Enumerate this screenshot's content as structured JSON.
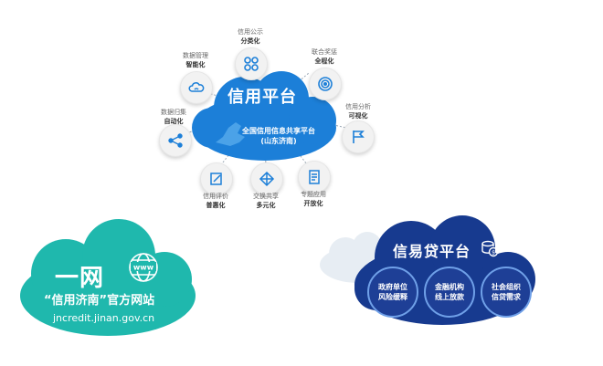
{
  "credit_platform": {
    "title": "信用平台",
    "subtitle_line1": "全国信用信息共享平台",
    "subtitle_line2": "(山东济南)",
    "nodes": [
      {
        "line1": "信用公示",
        "line2": "分类化",
        "icon": "grid-icon"
      },
      {
        "line1": "联合奖惩",
        "line2": "全程化",
        "icon": "target-icon"
      },
      {
        "line1": "数据管理",
        "line2": "智能化",
        "icon": "cloud-wifi-icon"
      },
      {
        "line1": "信用分析",
        "line2": "可视化",
        "icon": "flag-icon"
      },
      {
        "line1": "数据归集",
        "line2": "自动化",
        "icon": "share-icon"
      },
      {
        "line1": "信用评价",
        "line2": "普惠化",
        "icon": "edit-icon"
      },
      {
        "line1": "交换共享",
        "line2": "多元化",
        "icon": "network-icon"
      },
      {
        "line1": "专题应用",
        "line2": "开放化",
        "icon": "document-icon"
      }
    ]
  },
  "website": {
    "title": "一网",
    "subtitle": "“信用济南”官方网站",
    "url": "jncredit.jinan.gov.cn",
    "globe_text": "www"
  },
  "loan_platform": {
    "title": "信易贷平台",
    "bubbles": [
      {
        "line1": "政府单位",
        "line2": "风险缓释"
      },
      {
        "line1": "金融机构",
        "line2": "线上放款"
      },
      {
        "line1": "社会组织",
        "line2": "信贷需求"
      }
    ]
  },
  "colors": {
    "credit_cloud": "#1c7fd8",
    "website_cloud": "#1fb8ad",
    "loan_cloud": "#173a8f",
    "ghost_cloud": "#e7edf3"
  }
}
